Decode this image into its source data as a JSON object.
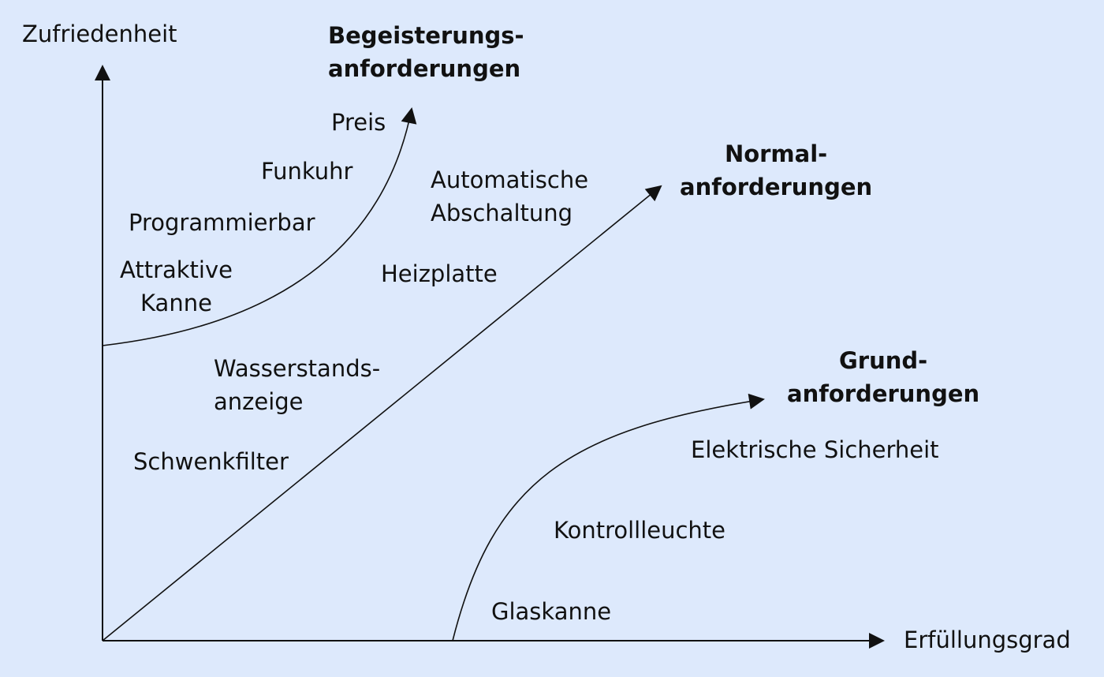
{
  "axes": {
    "y_label": "Zufriedenheit",
    "x_label": "Erfüllungsgrad"
  },
  "categories": {
    "begeisterung": [
      "Begeisterungs-",
      "anforderungen"
    ],
    "normal": [
      "Normal-",
      "anforderungen"
    ],
    "grund": [
      "Grund-",
      "anforderungen"
    ]
  },
  "features": {
    "preis": "Preis",
    "funkuhr": "Funkuhr",
    "programmierbar": "Programmierbar",
    "attraktive_kanne": [
      "Attraktive",
      "Kanne"
    ],
    "automatische_abschaltung": [
      "Automatische",
      "Abschaltung"
    ],
    "heizplatte": "Heizplatte",
    "wasserstandsanzeige": [
      "Wasserstands-",
      "anzeige"
    ],
    "schwenkfilter": "Schwenkfilter",
    "elektrische_sicherheit": "Elektrische Sicherheit",
    "kontrollleuchte": "Kontrollleuchte",
    "glaskanne": "Glaskanne"
  },
  "colors": {
    "background": "#dde9fc",
    "line": "#111111"
  }
}
